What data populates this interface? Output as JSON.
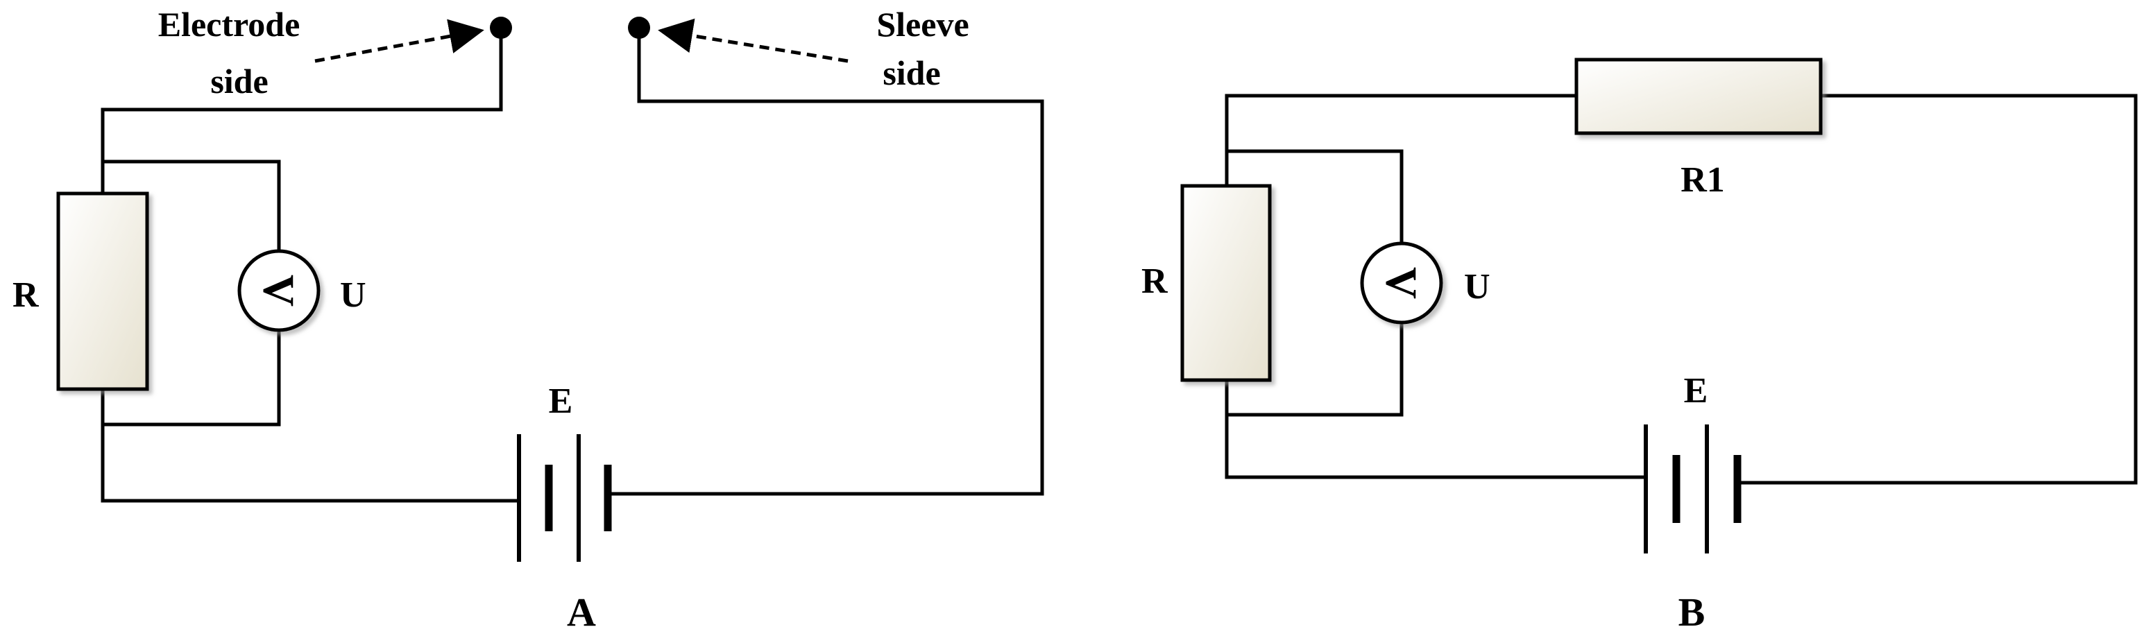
{
  "circuit_a": {
    "caption": "A",
    "resistor_label": "R",
    "voltmeter_symbol": "V",
    "voltmeter_label": "U",
    "battery_label": "E",
    "electrode_label_line1": "Electrode",
    "electrode_label_line2": "side",
    "sleeve_label_line1": "Sleeve",
    "sleeve_label_line2": "side"
  },
  "circuit_b": {
    "caption": "B",
    "resistor_label": "R",
    "series_resistor_label": "R1",
    "voltmeter_symbol": "V",
    "voltmeter_label": "U",
    "battery_label": "E"
  },
  "colors": {
    "wire": "#000000",
    "resistor_fill_light": "#ffffff",
    "resistor_fill_dark": "#e6e1cf"
  }
}
